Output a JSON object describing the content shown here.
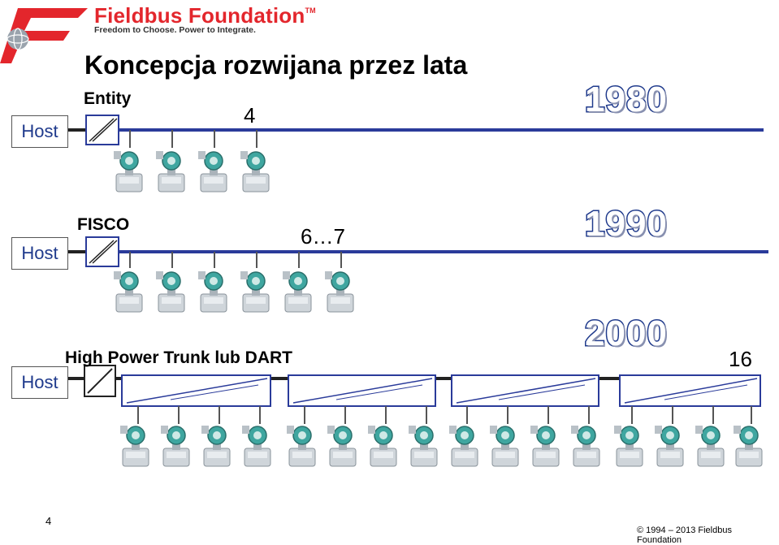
{
  "logo": {
    "title": "Fieldbus Foundation",
    "tm": "TM",
    "tagline": "Freedom to Choose. Power to Integrate."
  },
  "title": "Koncepcja rozwijana przez lata",
  "rows": [
    {
      "host": "Host",
      "label": "Entity",
      "count": "4",
      "year": "1980"
    },
    {
      "host": "Host",
      "label": "FISCO",
      "count": "6…7",
      "year": "1990"
    },
    {
      "host": "Host",
      "label": "High Power Trunk lub DART",
      "count": "16",
      "year": "2000"
    }
  ],
  "footer": {
    "page": "4",
    "copyright": "© 1994 – 2013 Fieldbus Foundation"
  },
  "colors": {
    "bus": "#2a3b9a",
    "brand_red": "#e3262c",
    "device_teal": "#3fa6a0"
  },
  "icons": [
    "fieldbus-logo-icon",
    "barrier-icon",
    "field-device-icon",
    "segment-coupler-icon"
  ]
}
